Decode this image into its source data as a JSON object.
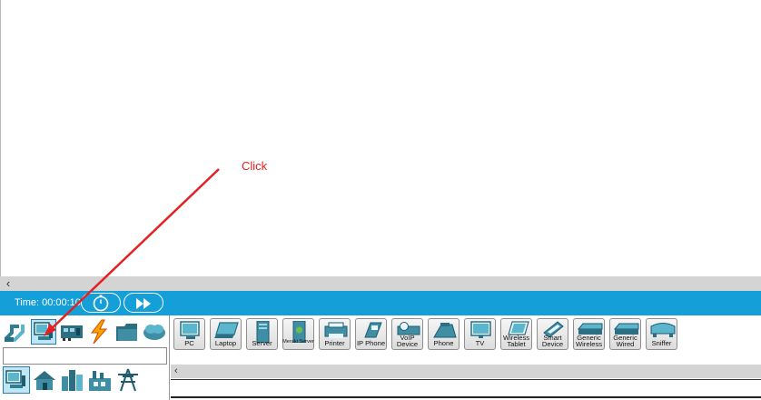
{
  "workspace": {
    "scroll_left_icon": "‹"
  },
  "time_bar": {
    "label": "Time:",
    "value": "00:00:10",
    "reset_icon": "reset-timer-icon",
    "fast_forward_icon": "fast-forward-icon",
    "color": "#159fd8"
  },
  "categories": {
    "top_row": [
      {
        "name": "network-devices-icon"
      },
      {
        "name": "end-devices-icon",
        "selected": true
      },
      {
        "name": "components-icon"
      },
      {
        "name": "connections-icon"
      },
      {
        "name": "miscellaneous-icon"
      },
      {
        "name": "multiuser-connection-icon"
      }
    ],
    "search_value": "",
    "sub_row": [
      {
        "name": "end-devices-sub-icon",
        "selected": true
      },
      {
        "name": "home-icon"
      },
      {
        "name": "smart-city-icon"
      },
      {
        "name": "industrial-icon"
      },
      {
        "name": "power-grid-icon"
      }
    ]
  },
  "devices": [
    {
      "label": "PC"
    },
    {
      "label": "Laptop"
    },
    {
      "label": "Server"
    },
    {
      "label": "Meraki Server"
    },
    {
      "label": "Printer"
    },
    {
      "label": "IP Phone"
    },
    {
      "label": "VoIP\nDevice"
    },
    {
      "label": "Phone"
    },
    {
      "label": "TV"
    },
    {
      "label": "Wireless\nTablet"
    },
    {
      "label": "Smart\nDevice"
    },
    {
      "label": "Generic\nWireless"
    },
    {
      "label": "Generic\nWired"
    },
    {
      "label": "Sniffer"
    }
  ],
  "device_scroll_left_icon": "‹",
  "annotation": {
    "text": "Click",
    "color": "#e02020"
  }
}
